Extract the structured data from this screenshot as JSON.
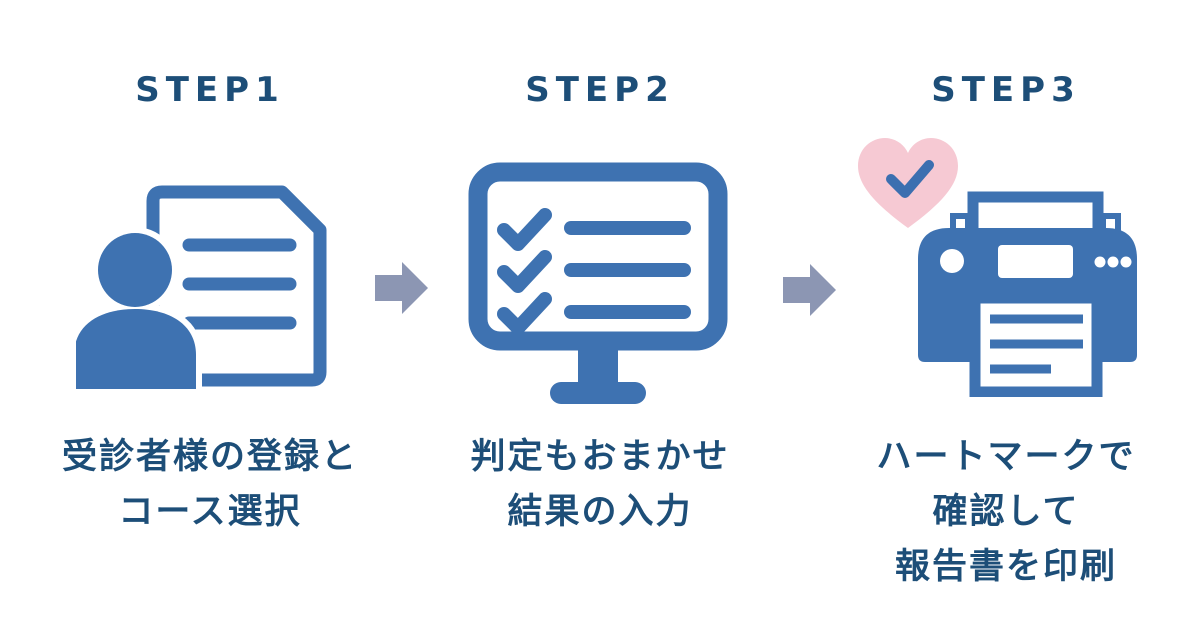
{
  "colors": {
    "background": "#ffffff",
    "icon-blue": "#3e72b1",
    "text-blue": "#1d4e78",
    "arrow-gray": "#8c96b3",
    "heart-pink": "#f6c9d3",
    "check-blue": "#3c6fb0",
    "white": "#ffffff"
  },
  "steps": [
    {
      "label": "STEP1",
      "icon": "person-document-icon",
      "caption_lines": [
        "受診者様の登録と",
        "コース選択"
      ]
    },
    {
      "label": "STEP2",
      "icon": "monitor-checklist-icon",
      "caption_lines": [
        "判定もおまかせ",
        "結果の入力"
      ]
    },
    {
      "label": "STEP3",
      "icon": "heart-check-printer-icon",
      "caption_lines": [
        "ハートマークで",
        "確認して",
        "報告書を印刷"
      ]
    }
  ],
  "arrow": {
    "direction": "right"
  }
}
